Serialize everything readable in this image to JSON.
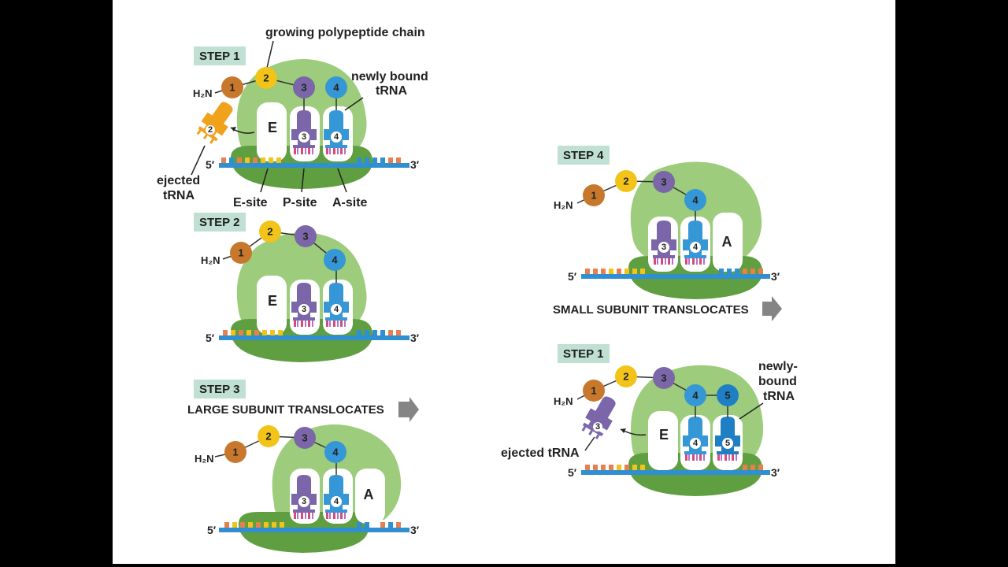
{
  "labels": {
    "step1": "STEP 1",
    "step2": "STEP 2",
    "step3": "STEP 3",
    "step4": "STEP 4",
    "growing_chain": "growing polypeptide chain",
    "newly_bound_l1": "newly bound",
    "newly_bound_l2": "tRNA",
    "ejected_l1": "ejected",
    "ejected_l2": "tRNA",
    "e_site": "E-site",
    "p_site": "P-site",
    "a_site": "A-site",
    "large_translocates": "LARGE SUBUNIT TRANSLOCATES",
    "small_translocates": "SMALL SUBUNIT TRANSLOCATES",
    "ejected_trna": "ejected tRNA",
    "newly_bound_b1": "newly-",
    "newly_bound_b2": "bound",
    "newly_bound_b3": "tRNA",
    "five_prime": "5′",
    "three_prime": "3′",
    "h2n": "H₂N",
    "site_e": "E",
    "site_a": "A"
  },
  "colors": {
    "ribosome_large": "#9ccc7c",
    "ribosome_small": "#5f9f41",
    "mrna": "#2f8fd0",
    "aa1": "#c8782c",
    "aa2": "#f2c318",
    "aa3": "#7a66a8",
    "aa4": "#3597d6",
    "aa5": "#1f7fc4",
    "step_badge": "#bfe0d3",
    "arrow": "#858585"
  },
  "amino_acids": [
    "1",
    "2",
    "3",
    "4",
    "5"
  ]
}
